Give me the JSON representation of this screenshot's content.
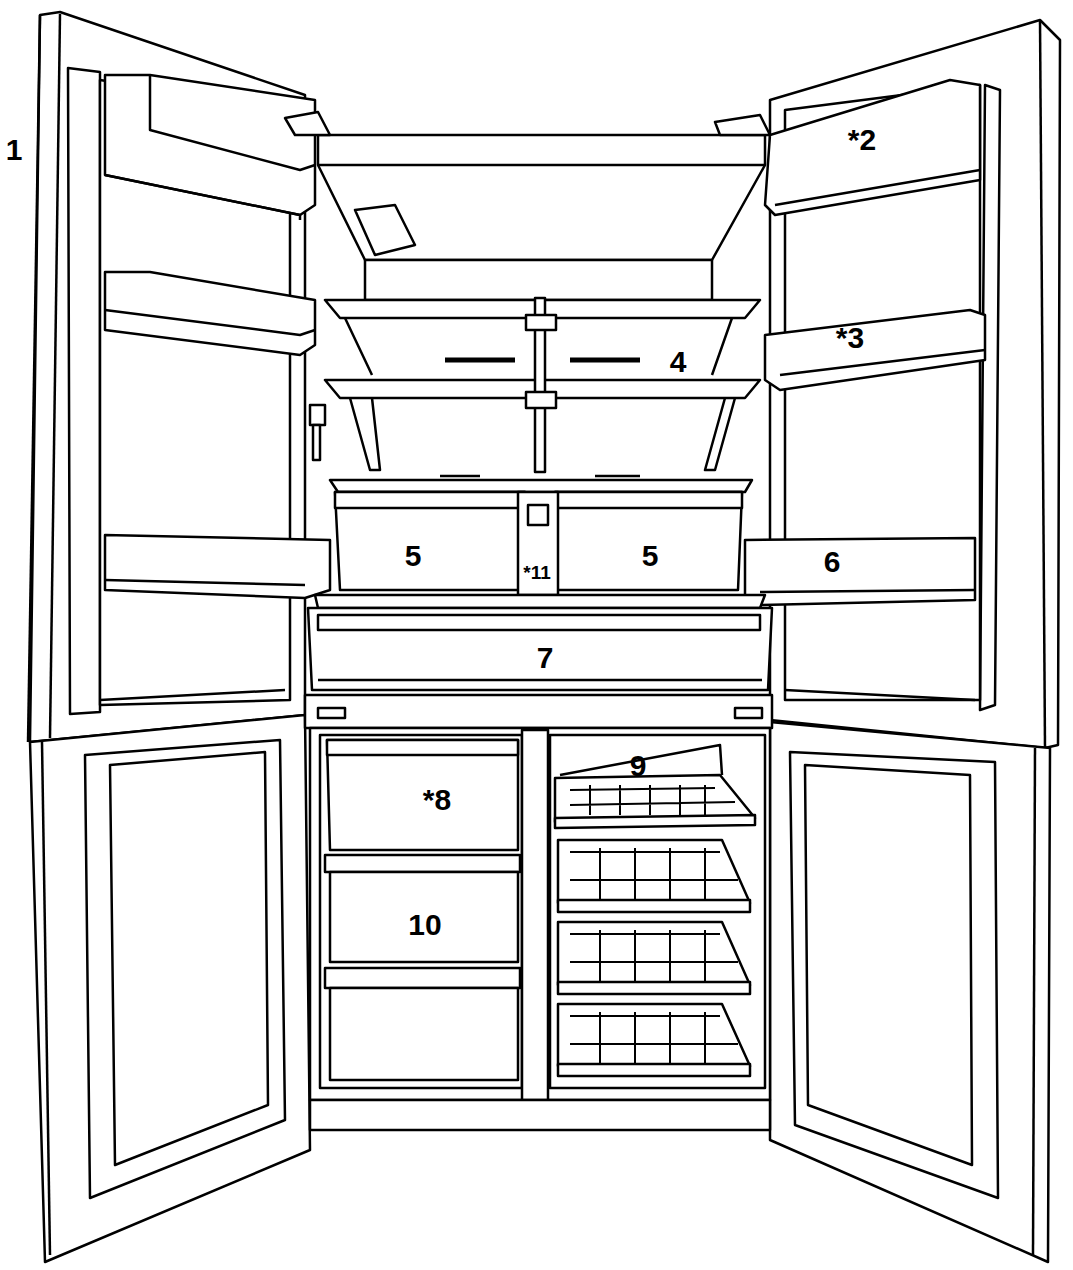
{
  "diagram": {
    "labels": [
      "1",
      "*2",
      "*3",
      "4",
      "5",
      "*11",
      "5",
      "6",
      "7",
      "9",
      "*8",
      "10"
    ]
  }
}
